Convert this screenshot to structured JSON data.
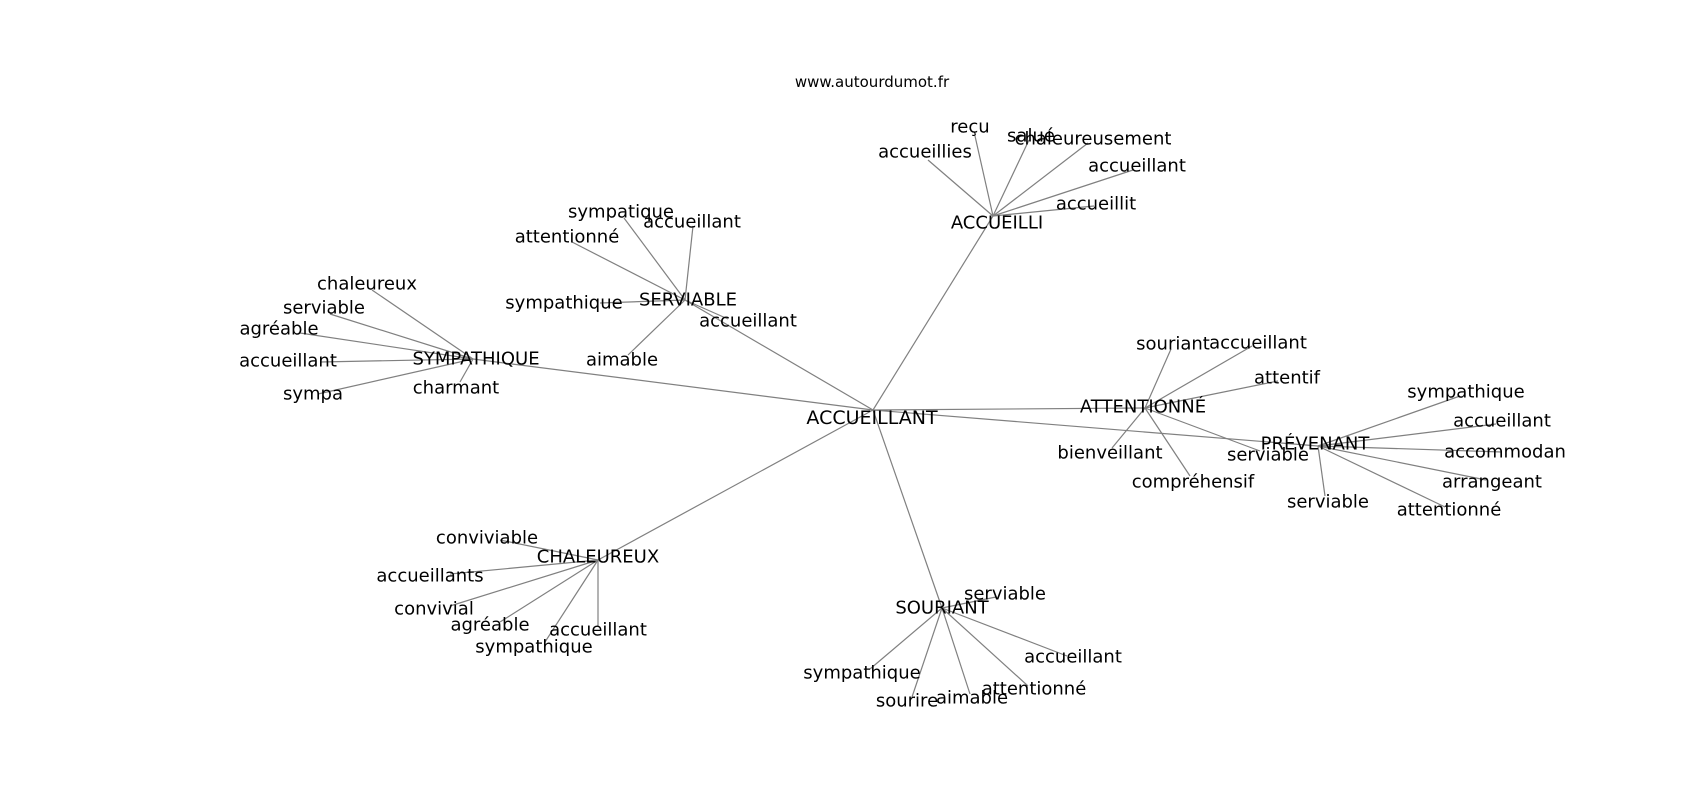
{
  "site": "www.autourdumot.fr",
  "colors": {
    "edge": "#808080",
    "text": "#000000",
    "background": "#ffffff"
  },
  "root": {
    "id": "root",
    "label": "ACCUEILLANT"
  },
  "hubs": [
    {
      "id": "accueilli",
      "label": "ACCUEILLI",
      "leaves": [
        {
          "id": "accueilli-recu",
          "label": "reçu"
        },
        {
          "id": "accueilli-accueillies",
          "label": "accueillies"
        },
        {
          "id": "accueilli-salue",
          "label": "salué"
        },
        {
          "id": "accueilli-chaleureusement",
          "label": "chaleureusement"
        },
        {
          "id": "accueilli-accueillant",
          "label": "accueillant"
        },
        {
          "id": "accueilli-accueillit",
          "label": "accueillit"
        }
      ]
    },
    {
      "id": "serviable",
      "label": "SERVIABLE",
      "leaves": [
        {
          "id": "serviable-sympatique",
          "label": "sympatique"
        },
        {
          "id": "serviable-accueillant-top",
          "label": "accueillant"
        },
        {
          "id": "serviable-attentionne",
          "label": "attentionné"
        },
        {
          "id": "serviable-sympathique",
          "label": "sympathique"
        },
        {
          "id": "serviable-accueillant",
          "label": "accueillant"
        },
        {
          "id": "serviable-aimable",
          "label": "aimable"
        }
      ]
    },
    {
      "id": "sympathique",
      "label": "SYMPATHIQUE",
      "leaves": [
        {
          "id": "sympathique-chaleureux",
          "label": "chaleureux"
        },
        {
          "id": "sympathique-serviable",
          "label": "serviable"
        },
        {
          "id": "sympathique-agreable",
          "label": "agréable"
        },
        {
          "id": "sympathique-accueillant",
          "label": "accueillant"
        },
        {
          "id": "sympathique-sympa",
          "label": "sympa"
        },
        {
          "id": "sympathique-charmant",
          "label": "charmant"
        }
      ]
    },
    {
      "id": "attentionne",
      "label": "ATTENTIONNÉ",
      "leaves": [
        {
          "id": "attentionne-souriant",
          "label": "souriant"
        },
        {
          "id": "attentionne-accueillant",
          "label": "accueillant"
        },
        {
          "id": "attentionne-attentif",
          "label": "attentif"
        },
        {
          "id": "attentionne-bienveillant",
          "label": "bienveillant"
        },
        {
          "id": "attentionne-serviable",
          "label": "serviable"
        },
        {
          "id": "attentionne-comprehensif",
          "label": "compréhensif"
        }
      ]
    },
    {
      "id": "prevenant",
      "label": "PRÉVENANT",
      "leaves": [
        {
          "id": "prevenant-sympathique",
          "label": "sympathique"
        },
        {
          "id": "prevenant-accueillant",
          "label": "accueillant"
        },
        {
          "id": "prevenant-accommodan",
          "label": "accommodan"
        },
        {
          "id": "prevenant-arrangeant",
          "label": "arrangeant"
        },
        {
          "id": "prevenant-attentionne",
          "label": "attentionné"
        },
        {
          "id": "prevenant-serviable",
          "label": "serviable"
        }
      ]
    },
    {
      "id": "chaleureux",
      "label": "CHALEUREUX",
      "leaves": [
        {
          "id": "chaleureux-conviviable",
          "label": "conviviable"
        },
        {
          "id": "chaleureux-accueillants",
          "label": "accueillants"
        },
        {
          "id": "chaleureux-convivial",
          "label": "convivial"
        },
        {
          "id": "chaleureux-agreable",
          "label": "agréable"
        },
        {
          "id": "chaleureux-accueillant",
          "label": "accueillant"
        },
        {
          "id": "chaleureux-sympathique",
          "label": "sympathique"
        }
      ]
    },
    {
      "id": "souriant",
      "label": "SOURIANT",
      "leaves": [
        {
          "id": "souriant-serviable",
          "label": "serviable"
        },
        {
          "id": "souriant-accueillant",
          "label": "accueillant"
        },
        {
          "id": "souriant-attentionne",
          "label": "attentionné"
        },
        {
          "id": "souriant-aimable",
          "label": "aimable"
        },
        {
          "id": "souriant-sourire",
          "label": "sourire"
        },
        {
          "id": "souriant-sympathique",
          "label": "sympathique"
        }
      ]
    }
  ]
}
